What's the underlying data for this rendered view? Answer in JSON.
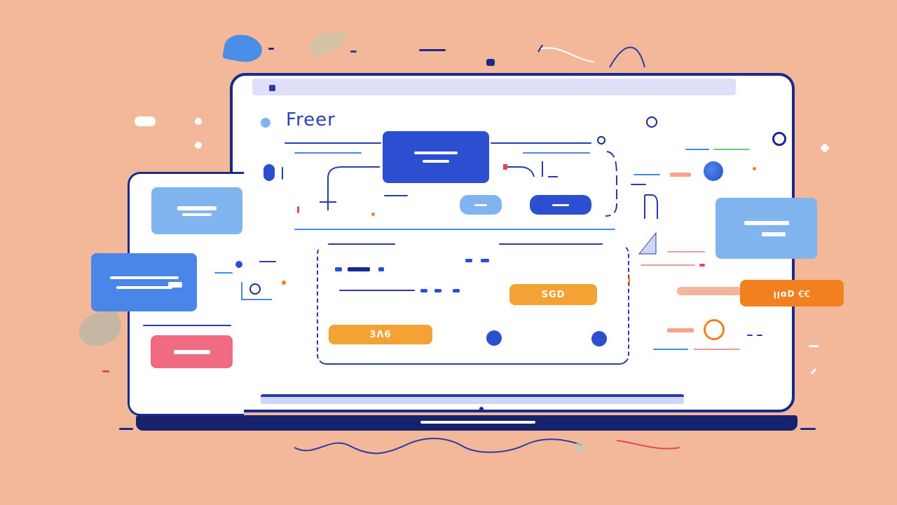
{
  "app": {
    "title": "Freer"
  },
  "buttons": {
    "amount_top": "SGD",
    "amount_left": "3Ʌ6",
    "orange_card": "ꞁꞁɑD ꞒꞒ"
  },
  "colors": {
    "background": "#f3b899",
    "frame": "#1a2a8c",
    "primary_blue": "#2b4fd0",
    "light_blue": "#7fb4ef",
    "medium_blue": "#4a86e8",
    "orange": "#f4a233",
    "deep_orange": "#f2801f",
    "pink": "#f06a80",
    "green": "#6ccb6c"
  }
}
